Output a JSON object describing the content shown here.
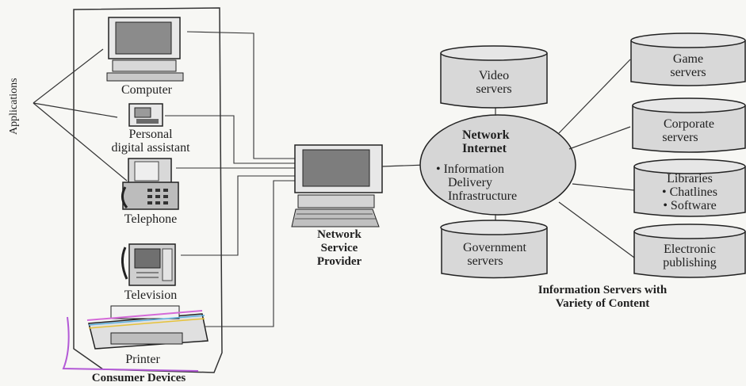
{
  "consumer_devices": {
    "applications_label": "Applications",
    "computer": "Computer",
    "pda_line1": "Personal",
    "pda_line2": "digital assistant",
    "telephone": "Telephone",
    "television": "Television",
    "printer": "Printer",
    "group_label": "Consumer Devices"
  },
  "provider": {
    "line1": "Network",
    "line2": "Service",
    "line3": "Provider"
  },
  "network": {
    "title1": "Network",
    "title2": "Internet",
    "bullet1": "• Information",
    "bullet1_line2": "Delivery",
    "bullet1_line3": "Infrastructure"
  },
  "servers": {
    "video_line1": "Video",
    "video_line2": "servers",
    "government_line1": "Government",
    "government_line2": "servers",
    "game_line1": "Game",
    "game_line2": "servers",
    "corporate_line1": "Corporate",
    "corporate_line2": "servers",
    "libraries_line1": "Libraries",
    "libraries_line2": "• Chatlines",
    "libraries_line3": "• Software",
    "electronic_line1": "Electronic",
    "electronic_line2": "publishing",
    "caption_line1": "Information Servers with",
    "caption_line2": "Variety of Content"
  }
}
